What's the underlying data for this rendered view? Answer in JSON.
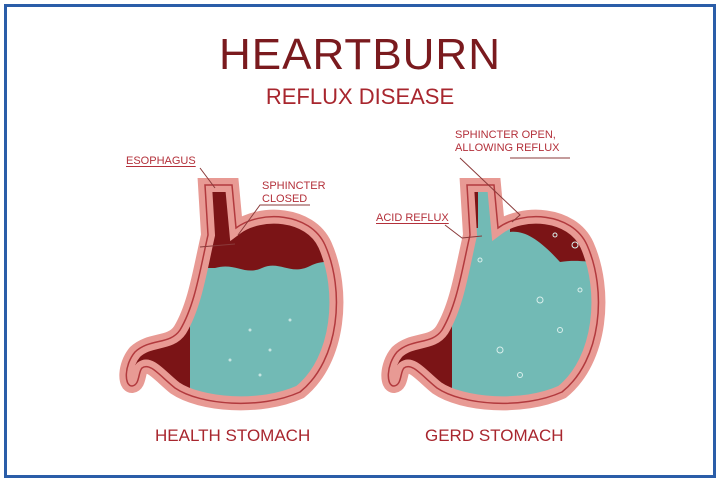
{
  "title": "HEARTBURN",
  "subtitle": "REFLUX DISEASE",
  "labels": {
    "esophagus": "ESOPHAGUS",
    "sphincter_closed_1": "SPHINCTER",
    "sphincter_closed_2": "CLOSED",
    "sphincter_open_1": "SPHINCTER OPEN,",
    "sphincter_open_2": "ALLOWING REFLUX",
    "acid_reflux": "ACID REFLUX"
  },
  "captions": {
    "healthy": "HEALTH STOMACH",
    "gerd": "GERD STOMACH"
  },
  "colors": {
    "frame": "#2a5da8",
    "title": "#7a1a1e",
    "label": "#b3303a",
    "acid": "#72bab5",
    "wall": "#e89a94",
    "maroon": "#7b1416"
  }
}
